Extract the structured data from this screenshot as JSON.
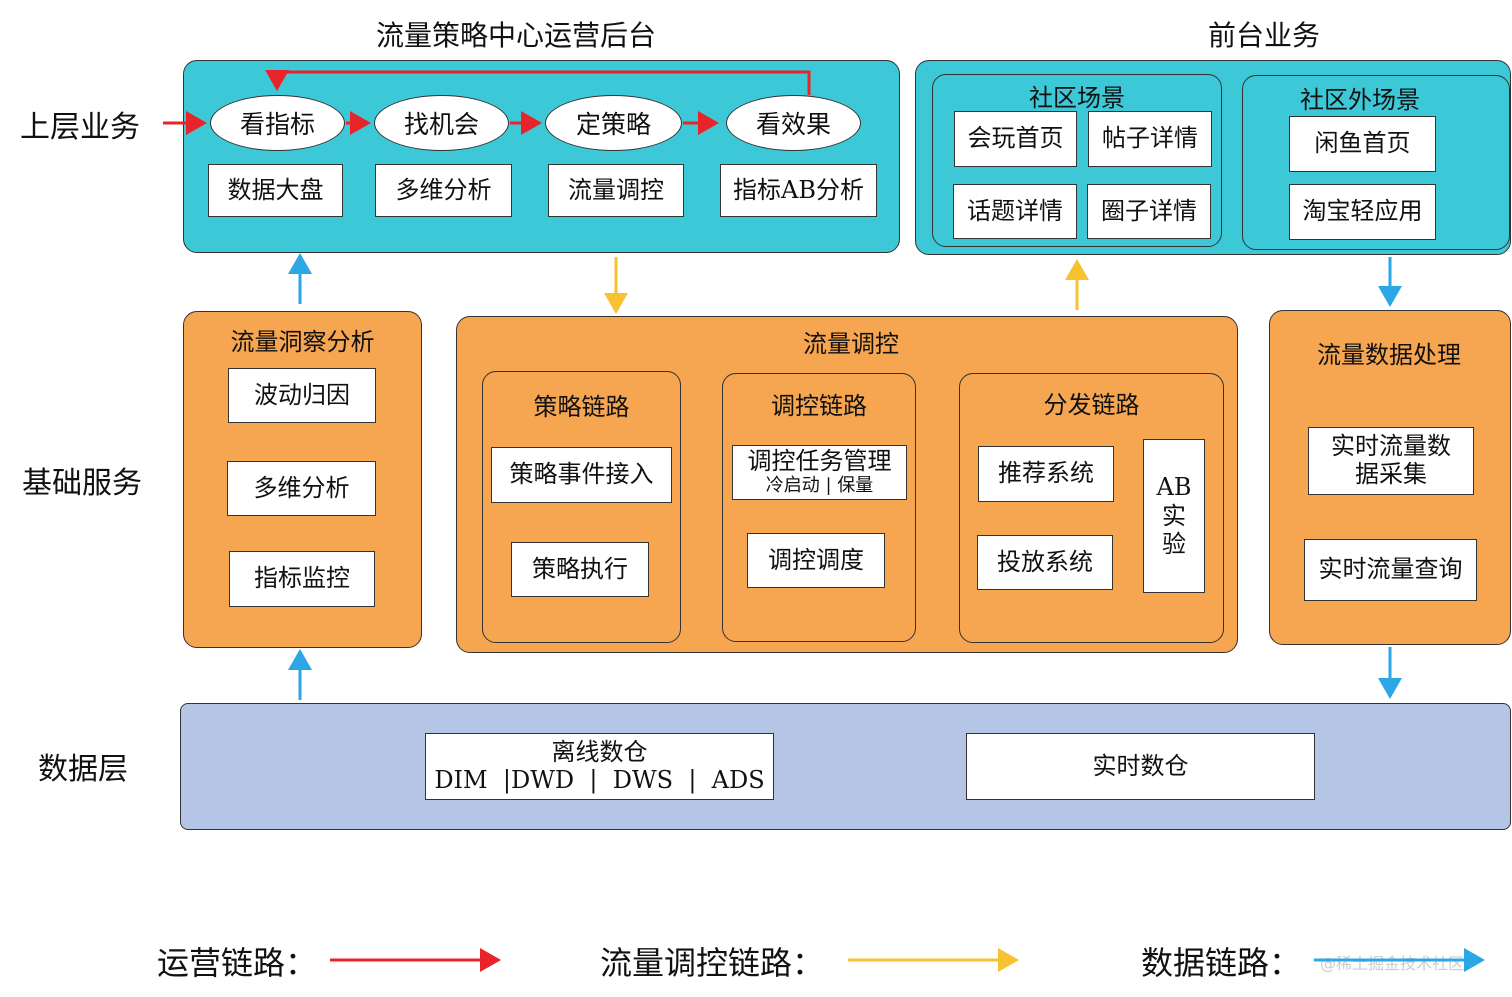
{
  "titles": {
    "left": "流量策略中心运营后台",
    "right": "前台业务"
  },
  "rows": {
    "top": "上层业务",
    "mid": "基础服务",
    "data": "数据层"
  },
  "ops_flow": {
    "steps": [
      "看指标",
      "找机会",
      "定策略",
      "看效果"
    ],
    "tools": [
      "数据大盘",
      "多维分析",
      "流量调控",
      "指标AB分析"
    ]
  },
  "frontend": {
    "community": {
      "title": "社区场景",
      "items": [
        "会玩首页",
        "帖子详情",
        "话题详情",
        "圈子详情"
      ]
    },
    "outside": {
      "title": "社区外场景",
      "items": [
        "闲鱼首页",
        "淘宝轻应用"
      ]
    }
  },
  "insight": {
    "title": "流量洞察分析",
    "items": [
      "波动归因",
      "多维分析",
      "指标监控"
    ]
  },
  "control": {
    "title": "流量调控",
    "strategy": {
      "title": "策略链路",
      "items": [
        "策略事件接入",
        "策略执行"
      ]
    },
    "regulate": {
      "title": "调控链路",
      "task_main": "调控任务管理",
      "task_sub": "冷启动 | 保量",
      "schedule": "调控调度"
    },
    "distribute": {
      "title": "分发链路",
      "items": [
        "推荐系统",
        "投放系统"
      ],
      "ab": [
        "AB",
        "实",
        "验"
      ]
    }
  },
  "data_proc": {
    "title": "流量数据处理",
    "items": [
      "实时流量数据采集",
      "实时流量查询"
    ],
    "collect_lines": [
      "实时流量数",
      "据采集"
    ]
  },
  "data_layer": {
    "offline_title": "离线数仓",
    "offline_sub": "DIM  |DWD  |  DWS  |  ADS",
    "realtime": "实时数仓"
  },
  "legend": {
    "ops": "运营链路：",
    "control": "流量调控链路：",
    "data": "数据链路："
  },
  "watermark": "@稀土掘金技术社区",
  "colors": {
    "ops_arrow": "#e8242a",
    "control_arrow": "#f6c232",
    "data_arrow": "#2aa7e4",
    "cyan_panel": "#3cc8d6",
    "orange_panel": "#f6a550",
    "data_layer": "#b4c5e6"
  }
}
